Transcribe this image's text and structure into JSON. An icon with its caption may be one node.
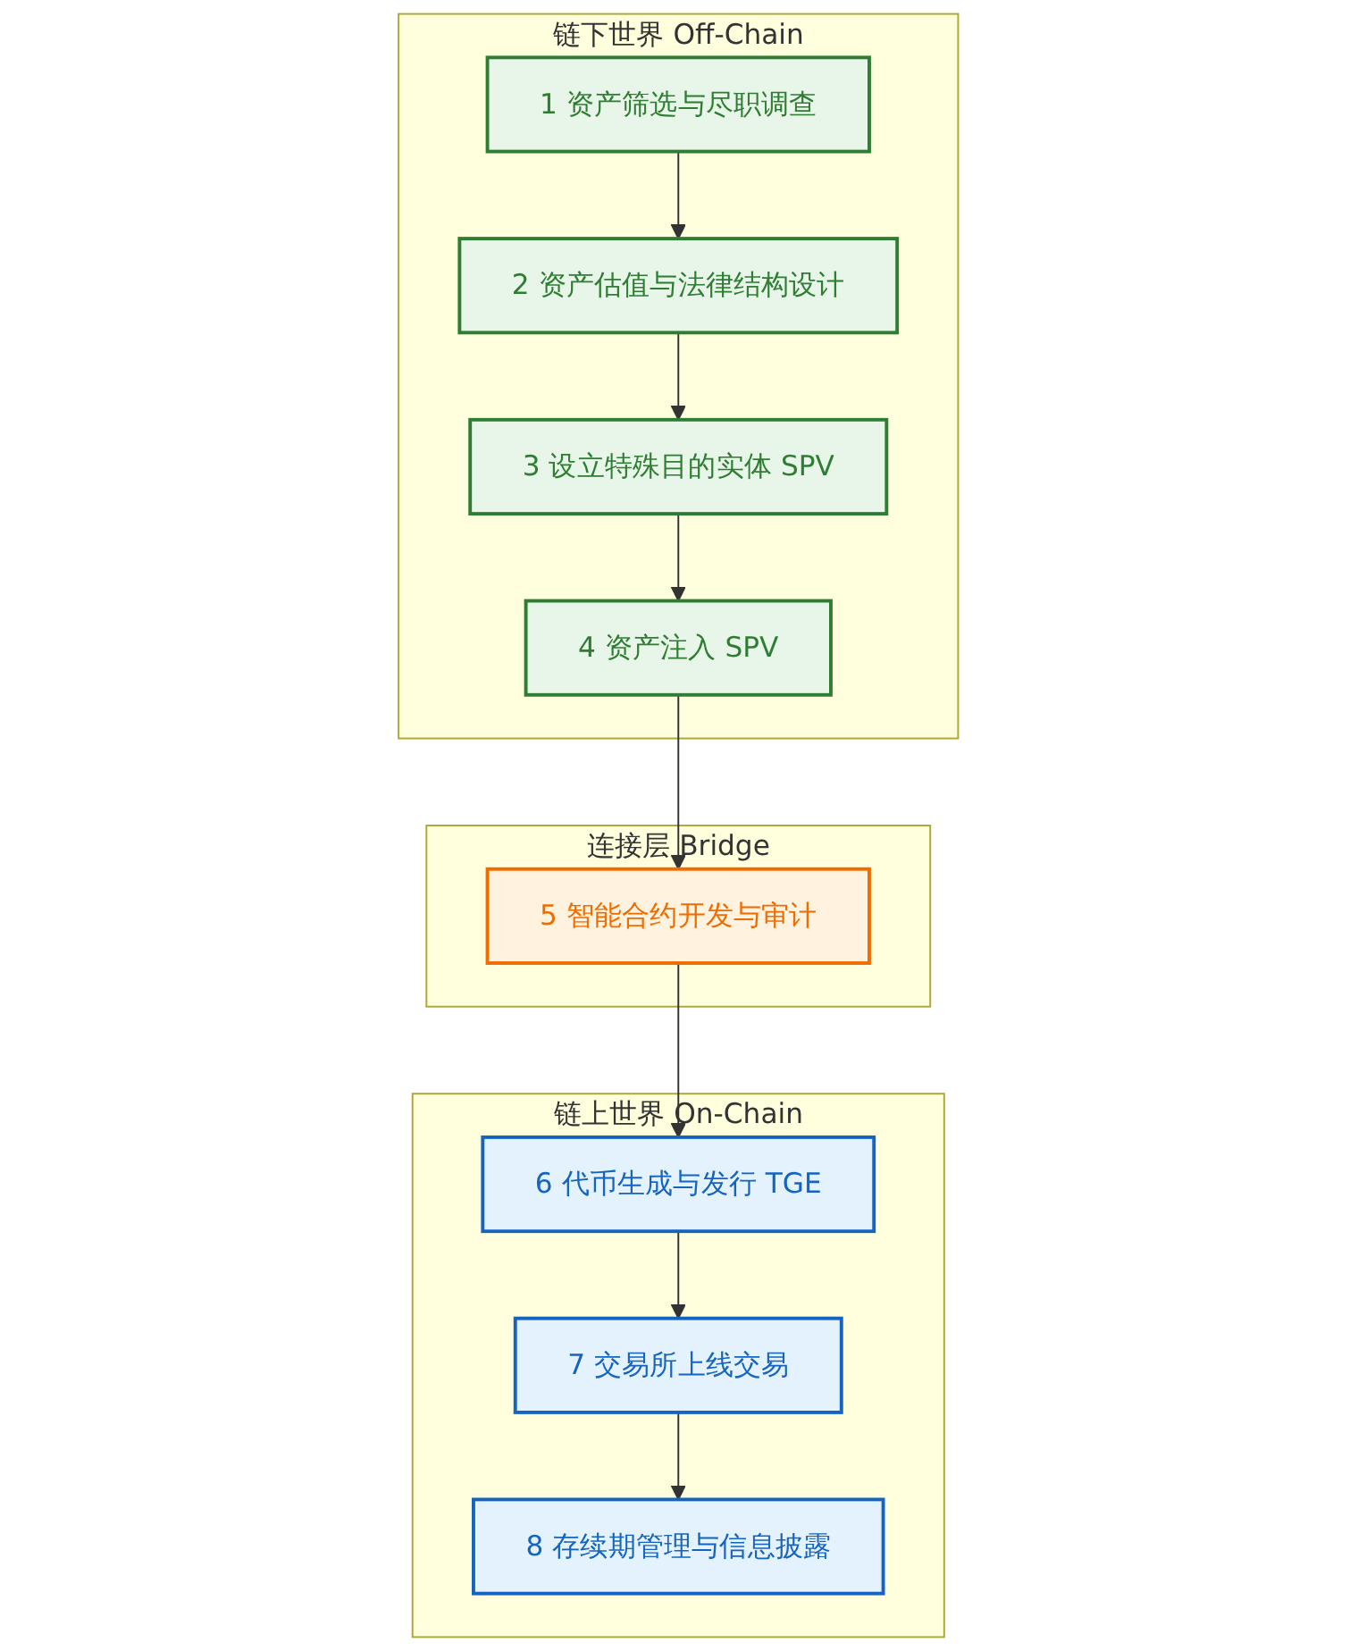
{
  "diagram": {
    "nodes": [
      {
        "text": [
          "链下世界 Off-Chain"
        ]
      },
      {
        "text": [
          "1 资产筛选与尽职调查"
        ],
        "in": 0
      },
      {
        "text": [
          "2 资产估值与法律结构设计"
        ],
        "in": 0
      },
      {
        "text": [
          "3 设立特殊目的实体 SPV"
        ],
        "in": 0
      },
      {
        "text": [
          "4 资产注入 SPV"
        ],
        "in": 0
      },
      {
        "text": [
          "连接层 Bridge"
        ]
      },
      {
        "text": [
          "5 智能合约开发与审计"
        ],
        "in": 5
      },
      {
        "text": [
          "链上世界 On-Chain"
        ]
      },
      {
        "text": [
          "6 代币生成与发行 TGE"
        ],
        "in": 7
      },
      {
        "text": [
          "7 交易所上线交易"
        ],
        "in": 7
      },
      {
        "text": [
          "8 存续期管理与信息披露"
        ],
        "in": 7
      }
    ],
    "edges": [
      {
        "from": 1,
        "to": 2,
        "arrow": "to"
      },
      {
        "from": 2,
        "to": 3,
        "arrow": "to"
      },
      {
        "from": 3,
        "to": 4,
        "arrow": "to"
      },
      {
        "from": 4,
        "to": 6,
        "arrow": "to"
      },
      {
        "from": 6,
        "to": 8,
        "arrow": "to"
      },
      {
        "from": 8,
        "to": 9,
        "arrow": "to"
      },
      {
        "from": 9,
        "to": 10,
        "arrow": "to"
      }
    ]
  }
}
